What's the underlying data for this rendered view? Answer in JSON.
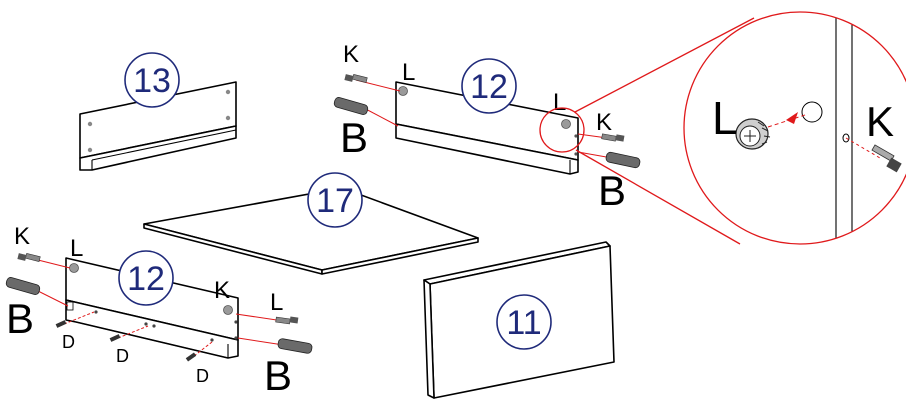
{
  "colors": {
    "accent": "#e0191b",
    "part_number": "#1f2a7a",
    "line": "#000000"
  },
  "parts": {
    "panel_13": "13",
    "panel_12_top": "12",
    "panel_12_bottom": "12",
    "panel_17": "17",
    "panel_11": "11"
  },
  "hardware": {
    "k_top_left": "K",
    "l_top_left": "L",
    "b_top_left": "B",
    "l_top_right": "L",
    "k_top_right": "K",
    "b_top_right": "B",
    "k_bottom_left": "K",
    "l_bottom_left": "L",
    "b_bottom_left": "B",
    "k_bottom_mid": "K",
    "l_bottom_right": "L",
    "b_bottom_right": "B",
    "d_1": "D",
    "d_2": "D",
    "d_3": "D"
  },
  "detail": {
    "l": "L",
    "k": "K"
  }
}
